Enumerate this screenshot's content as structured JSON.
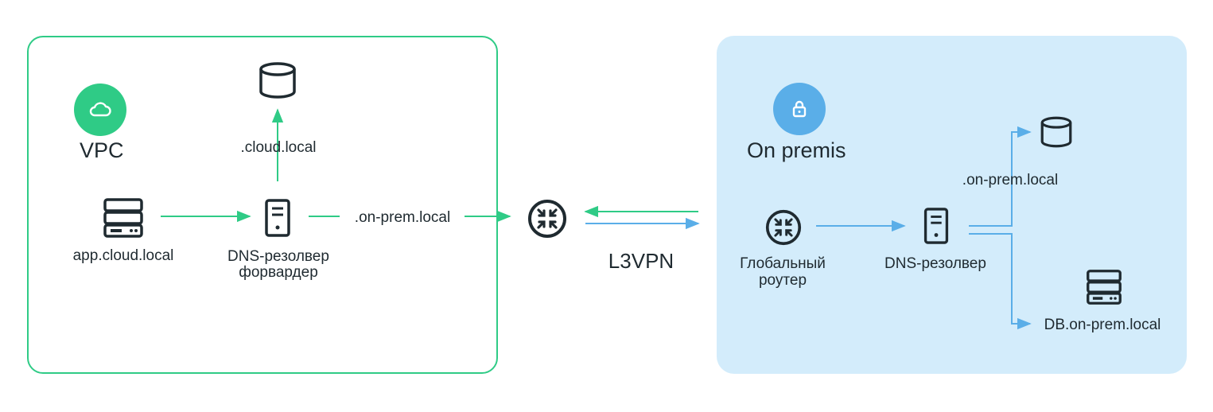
{
  "colors": {
    "green": "#2fcb86",
    "blue": "#5aaee8",
    "badge_green": "#2fcb86",
    "badge_blue": "#5aaee8",
    "onprem_bg": "#d3ecfb",
    "icon_dark": "#1f2a30"
  },
  "vpc": {
    "title": "VPC",
    "badge_icon": "cloud-icon",
    "app_server": {
      "label": "app.cloud.local",
      "icon": "server-icon"
    },
    "dns_forwarder": {
      "label_line1": "DNS-резолвер",
      "label_line2": "форвардер",
      "icon": "server-tower-icon"
    },
    "cloud_db": {
      "label": ".cloud.local",
      "icon": "database-icon"
    },
    "forward_label": ".on-prem.local"
  },
  "link": {
    "label": "L3VPN",
    "router_icon": "router-icon"
  },
  "onprem": {
    "title": "On premis",
    "badge_icon": "lock-icon",
    "router": {
      "label_line1": "Глобальный",
      "label_line2": "роутер",
      "icon": "router-icon"
    },
    "dns_resolver": {
      "label": "DNS-резолвер",
      "icon": "server-tower-icon"
    },
    "zone_db": {
      "label": ".on-prem.local",
      "icon": "database-icon"
    },
    "db_server": {
      "label": "DB.on-prem.local",
      "icon": "server-icon"
    }
  }
}
